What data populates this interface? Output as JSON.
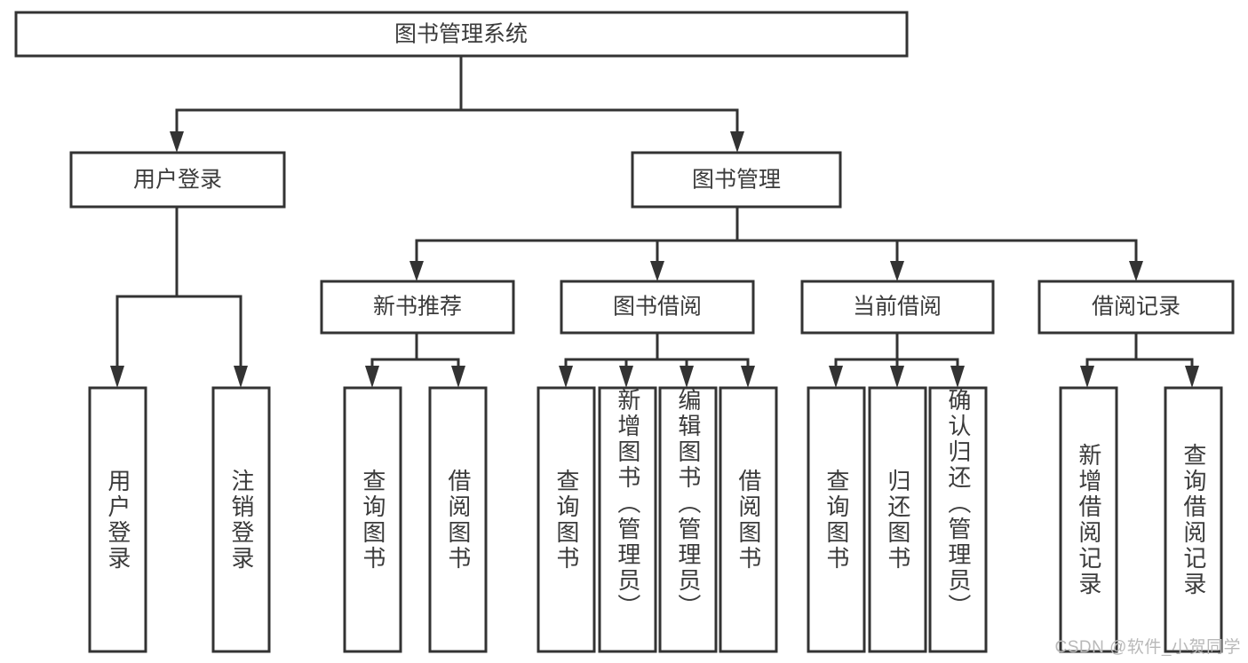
{
  "diagram": {
    "title": "图书管理系统",
    "watermark": "CSDN @软件_小贺同学",
    "colors": {
      "stroke": "#333333",
      "box_fill": "#ffffff",
      "text": "#3b3b3b",
      "watermark": "#b9b9b9",
      "background": "#ffffff"
    },
    "root": {
      "label": "图书管理系统"
    },
    "level2": [
      {
        "label": "用户登录"
      },
      {
        "label": "图书管理"
      }
    ],
    "level3": [
      {
        "label": "新书推荐"
      },
      {
        "label": "图书借阅"
      },
      {
        "label": "当前借阅"
      },
      {
        "label": "借阅记录"
      }
    ],
    "leaves": {
      "user_login": [
        {
          "label": "用户登录"
        },
        {
          "label": "注销登录"
        }
      ],
      "new_book_recommend": [
        {
          "label": "查询图书"
        },
        {
          "label": "借阅图书"
        }
      ],
      "book_borrow": [
        {
          "label": "查询图书"
        },
        {
          "label": "新增图书（管理员）"
        },
        {
          "label": "编辑图书（管理员）"
        },
        {
          "label": "借阅图书"
        }
      ],
      "current_borrow": [
        {
          "label": "查询图书"
        },
        {
          "label": "归还图书"
        },
        {
          "label": "确认归还（管理员）"
        }
      ],
      "borrow_record": [
        {
          "label": "新增借阅记录"
        },
        {
          "label": "查询借阅记录"
        }
      ]
    }
  }
}
